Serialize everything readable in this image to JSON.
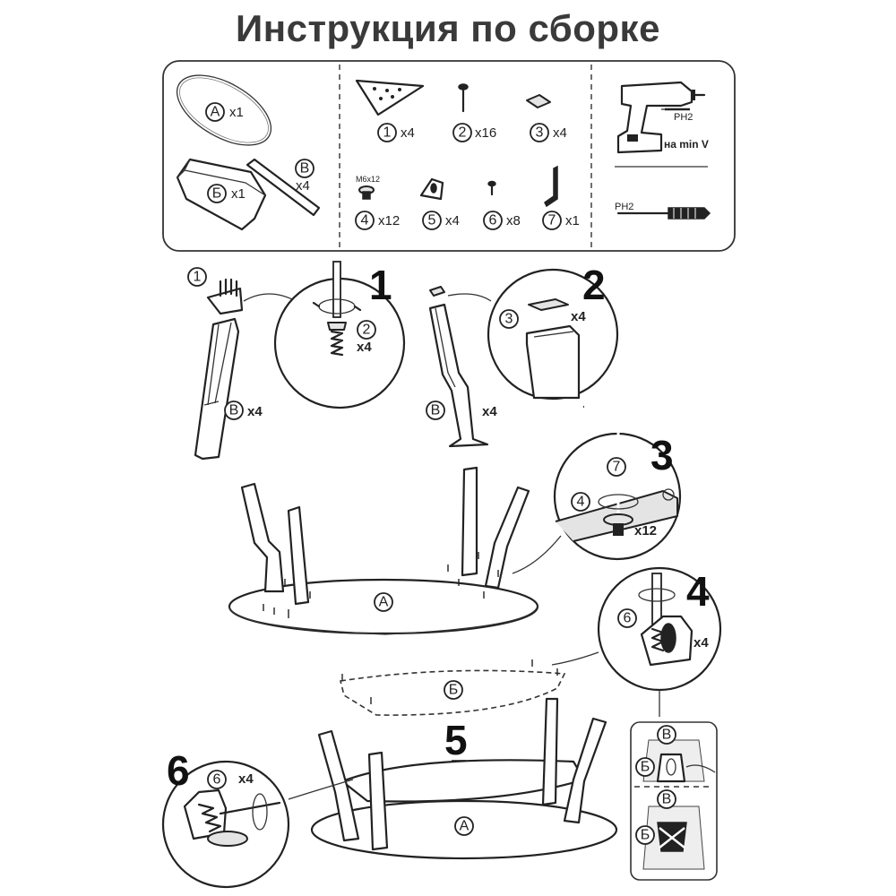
{
  "title": "Инструкция по сборке",
  "parts": {
    "A": {
      "letter": "А",
      "count": "x1"
    },
    "B": {
      "letter": "Б",
      "count": "x1"
    },
    "V": {
      "letter": "В",
      "count": "x4"
    }
  },
  "hardware": [
    {
      "num": "1",
      "count": "x4"
    },
    {
      "num": "2",
      "count": "x16"
    },
    {
      "num": "3",
      "count": "x4"
    },
    {
      "num": "4",
      "count": "x12",
      "size": "M6x12"
    },
    {
      "num": "5",
      "count": "x4"
    },
    {
      "num": "6",
      "count": "x8"
    },
    {
      "num": "7",
      "count": "x1"
    }
  ],
  "tools": {
    "drill_bit": "PH2",
    "drill_note": "на min V",
    "screwdriver_bit": "PH2"
  },
  "steps": {
    "s1": {
      "number": "1",
      "part": "В",
      "part_count": "x4",
      "item": "1",
      "screw": "2",
      "screw_count": "x4"
    },
    "s2": {
      "number": "2",
      "part": "В",
      "part_count": "x4",
      "item": "3",
      "item_count": "x4"
    },
    "s3": {
      "number": "3",
      "tool": "7",
      "bolt": "4",
      "bolt_count": "x12"
    },
    "s4": {
      "number": "4",
      "screw": "6",
      "count": "x4"
    },
    "s5": {
      "number": "5",
      "top": "Б",
      "bottom": "А"
    },
    "s6": {
      "number": "6",
      "screw": "6",
      "count": "x4"
    },
    "detail": {
      "top_1": "В",
      "mid_1": "Б",
      "top_2": "В",
      "mid_2": "Б"
    },
    "tabletop": "А"
  }
}
